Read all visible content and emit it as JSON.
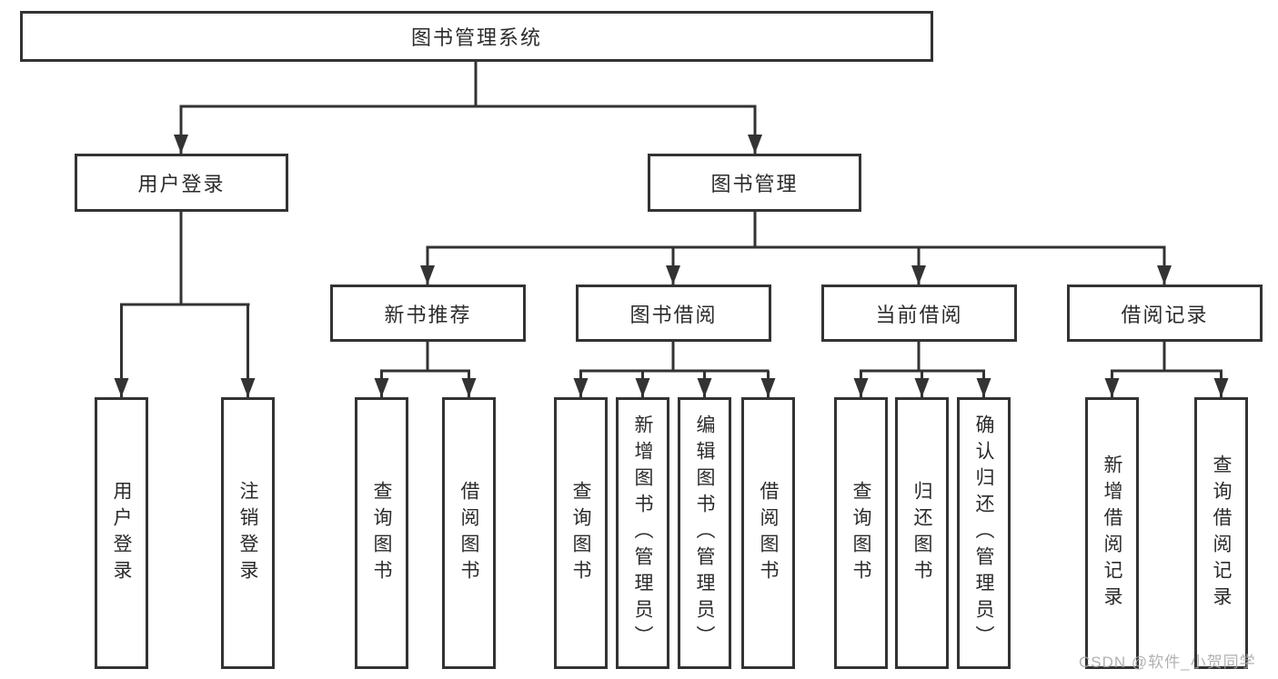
{
  "diagram": {
    "title": "图书管理系统",
    "user_login": {
      "label": "用户登录",
      "children": [
        "用户登录",
        "注销登录"
      ]
    },
    "book_management": {
      "label": "图书管理",
      "groups": [
        {
          "label": "新书推荐",
          "children": [
            "查询图书",
            "借阅图书"
          ]
        },
        {
          "label": "图书借阅",
          "children": [
            "查询图书",
            "新增图书（管理员）",
            "编辑图书（管理员）",
            "借阅图书"
          ]
        },
        {
          "label": "当前借阅",
          "children": [
            "查询图书",
            "归还图书",
            "确认归还（管理员）"
          ]
        },
        {
          "label": "借阅记录",
          "children": [
            "新增借阅记录",
            "查询借阅记录"
          ]
        }
      ]
    }
  },
  "watermark": {
    "text": "CSDN @软件_小贺同学"
  },
  "colors": {
    "line": "#333333",
    "text": "#2b2b2b",
    "node_background": "#ffffff",
    "watermark": "#a9a9a9"
  }
}
